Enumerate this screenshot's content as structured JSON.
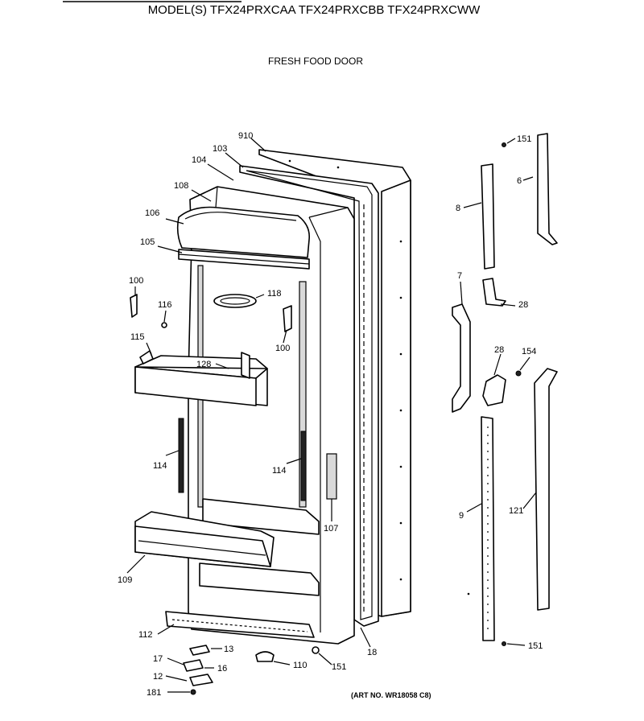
{
  "header": {
    "models": "MODEL(S) TFX24PRXCAA  TFX24PRXCBB  TFX24PRXCWW",
    "section_title": "FRESH FOOD DOOR"
  },
  "art_number": "(ART NO. WR18058 C8)",
  "callouts": {
    "c910": "910",
    "c103": "103",
    "c104": "104",
    "c108": "108",
    "c106": "106",
    "c105": "105",
    "c100a": "100",
    "c116": "116",
    "c118": "118",
    "c100b": "100",
    "c115": "115",
    "c128": "128",
    "c114a": "114",
    "c114b": "114",
    "c107": "107",
    "c109": "109",
    "c112": "112",
    "c13": "13",
    "c17": "17",
    "c16": "16",
    "c12": "12",
    "c181": "181",
    "c110": "110",
    "c151a": "151",
    "c18": "18",
    "c151b": "151",
    "c6": "6",
    "c8": "8",
    "c7": "7",
    "c28a": "28",
    "c28b": "28",
    "c154": "154",
    "c9": "9",
    "c121": "121",
    "c151c": "151"
  }
}
